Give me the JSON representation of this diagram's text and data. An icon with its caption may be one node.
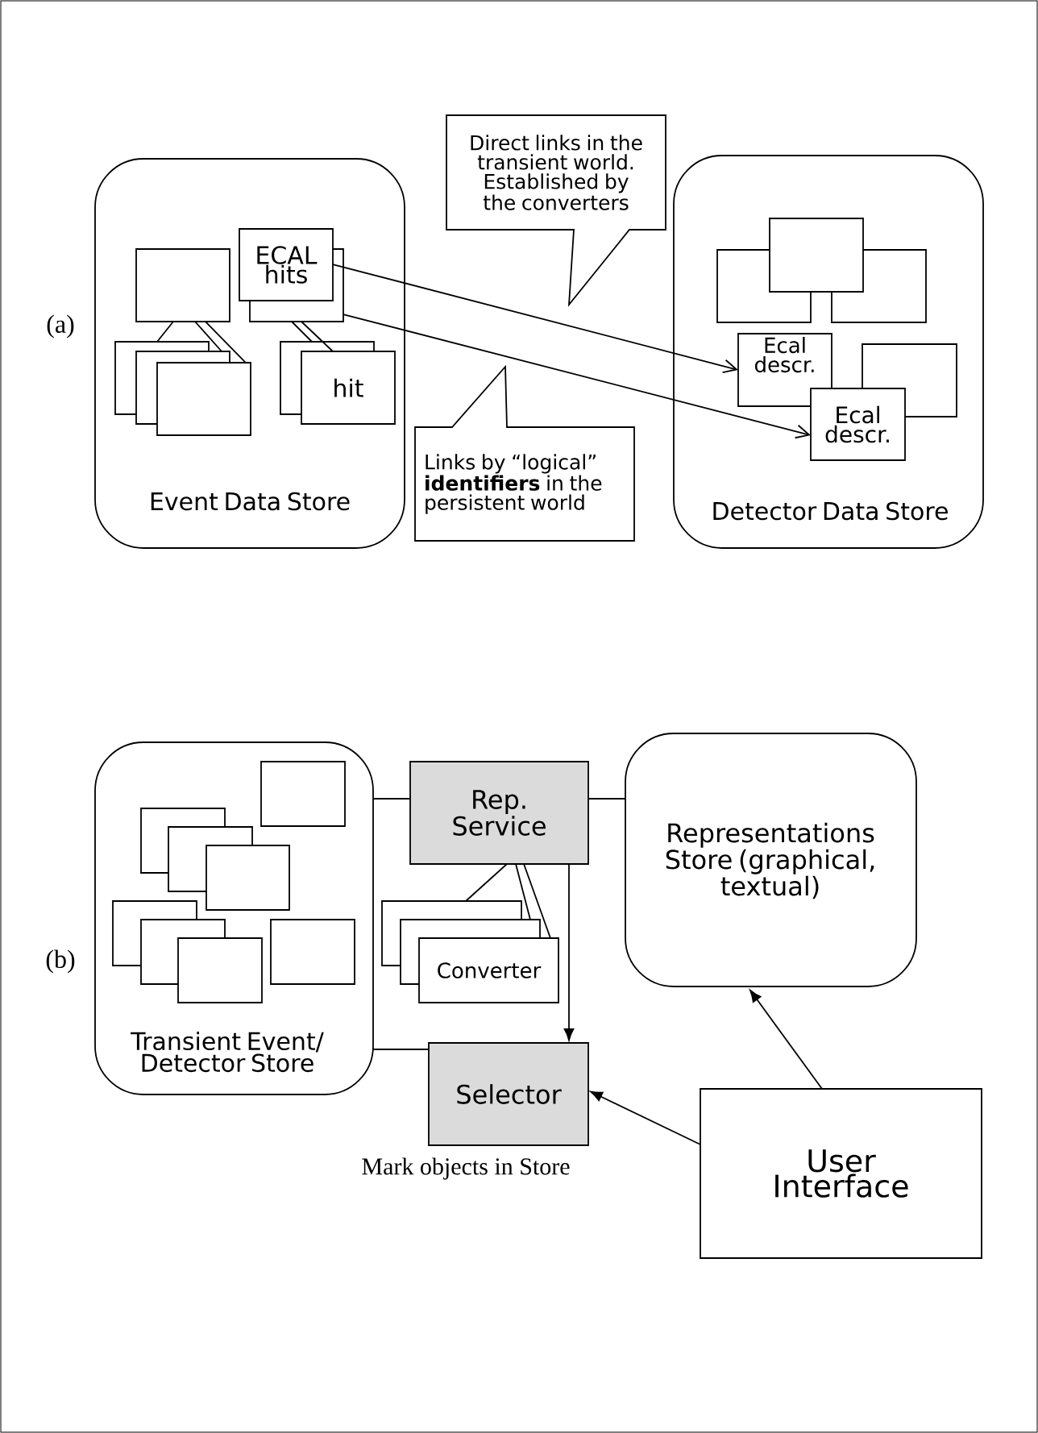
{
  "diagram": {
    "nodes": [
      {
        "text": [
          "Event Data Store"
        ]
      },
      {
        "text": [],
        "shape": "box",
        "in": 0
      },
      {
        "text": [],
        "shape": "box",
        "in": 0
      },
      {
        "text": [
          "ECAL hits"
        ],
        "in": 0
      },
      {
        "text": [],
        "shape": "box",
        "in": 0
      },
      {
        "text": [],
        "shape": "box",
        "in": 0
      },
      {
        "text": [],
        "shape": "box",
        "in": 0
      },
      {
        "text": [],
        "shape": "box",
        "in": 0
      },
      {
        "text": [
          "hit"
        ],
        "in": 0
      },
      {
        "text": [
          "Direct links in the transient world. Established by the converters"
        ]
      },
      {
        "text": [
          "Links by “logical” **identifiers** in the persistent world"
        ]
      },
      {
        "text": [
          "Detector Data Store"
        ]
      },
      {
        "text": [],
        "shape": "box",
        "in": 11
      },
      {
        "text": [],
        "shape": "box",
        "in": 11
      },
      {
        "text": [],
        "shape": "box",
        "in": 11
      },
      {
        "text": [
          "Ecal descr."
        ],
        "in": 11
      },
      {
        "text": [],
        "shape": "box",
        "in": 11
      },
      {
        "text": [
          "Ecal descr."
        ],
        "in": 11
      },
      {
        "text": [
          "Transient Event/ Detector Store"
        ]
      },
      {
        "text": [],
        "shape": "box",
        "in": 18
      },
      {
        "text": [],
        "shape": "box",
        "in": 18
      },
      {
        "text": [],
        "shape": "box",
        "in": 18
      },
      {
        "text": [],
        "shape": "box",
        "in": 18
      },
      {
        "text": [],
        "shape": "box",
        "in": 18
      },
      {
        "text": [],
        "shape": "box",
        "in": 18
      },
      {
        "text": [],
        "shape": "box",
        "in": 18
      },
      {
        "text": [],
        "shape": "box",
        "in": 18
      },
      {
        "text": [
          "Rep. Service"
        ]
      },
      {
        "text": [],
        "shape": "box"
      },
      {
        "text": [],
        "shape": "box"
      },
      {
        "text": [
          "Converter"
        ]
      },
      {
        "text": [
          "Representations Store (graphical, textual)"
        ]
      },
      {
        "text": [
          "Selector"
        ],
        "beside": [
          "Mark objects in Store"
        ]
      },
      {
        "text": [
          "User Interface"
        ]
      }
    ],
    "edges": [
      {
        "from": 1,
        "to": 4,
        "arrow": "none"
      },
      {
        "from": 1,
        "to": 5,
        "arrow": "none"
      },
      {
        "from": 1,
        "to": 6,
        "arrow": "none"
      },
      {
        "from": 2,
        "to": 7,
        "arrow": "none"
      },
      {
        "from": 2,
        "to": 8,
        "arrow": "none"
      },
      {
        "from": 3,
        "to": 15,
        "arrow": "to"
      },
      {
        "from": 2,
        "to": 17,
        "arrow": "to"
      },
      {
        "from": 18,
        "to": 27,
        "arrow": "none"
      },
      {
        "from": 27,
        "to": 31,
        "arrow": "none"
      },
      {
        "from": 27,
        "to": 28,
        "arrow": "none"
      },
      {
        "from": 27,
        "to": 29,
        "arrow": "none"
      },
      {
        "from": 27,
        "to": 30,
        "arrow": "none"
      },
      {
        "from": 27,
        "to": 32,
        "arrow": "to"
      },
      {
        "from": 18,
        "to": 32,
        "arrow": "none"
      },
      {
        "from": 33,
        "to": 32,
        "arrow": "to"
      },
      {
        "from": 33,
        "to": 31,
        "arrow": "to"
      }
    ],
    "labels": [
      "(a)",
      "(b)"
    ]
  }
}
